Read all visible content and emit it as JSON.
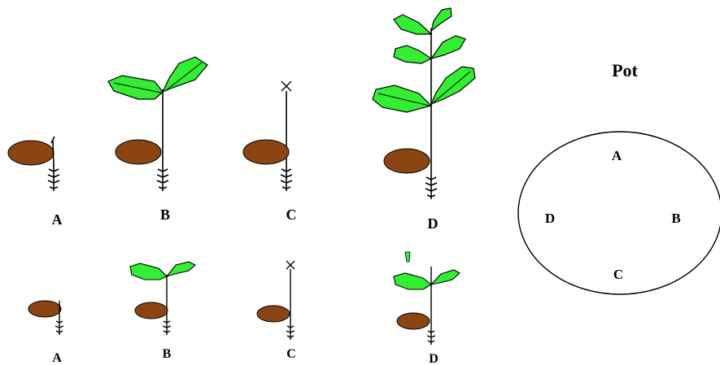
{
  "top_row": {
    "plant_a": "A",
    "plant_b": "B",
    "plant_c": "C",
    "plant_d": "D"
  },
  "bottom_row": {
    "plant_a": "A",
    "plant_b": "B",
    "plant_c": "C",
    "plant_d": "D"
  },
  "pot": {
    "title": "Pot",
    "position_a": "A",
    "position_b": "B",
    "position_c": "C",
    "position_d": "D"
  },
  "colors": {
    "leaf": "#33ee33",
    "seed": "#8b4513",
    "line": "#000000"
  }
}
